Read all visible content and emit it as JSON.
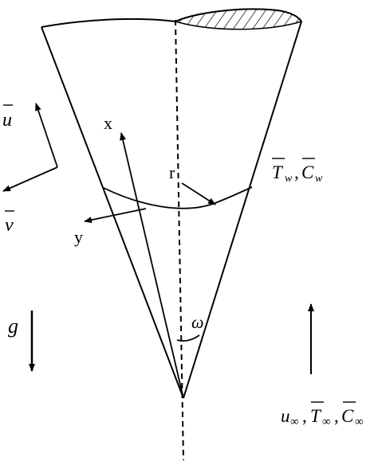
{
  "labels": {
    "u": "u",
    "v": "v",
    "x": "x",
    "y": "y",
    "r": "r",
    "g": "g",
    "omega": "ω",
    "T": "T",
    "C": "C",
    "wall_subscript": "w",
    "comma": ",",
    "u_inf": "u",
    "inf_subscript": "∞"
  }
}
